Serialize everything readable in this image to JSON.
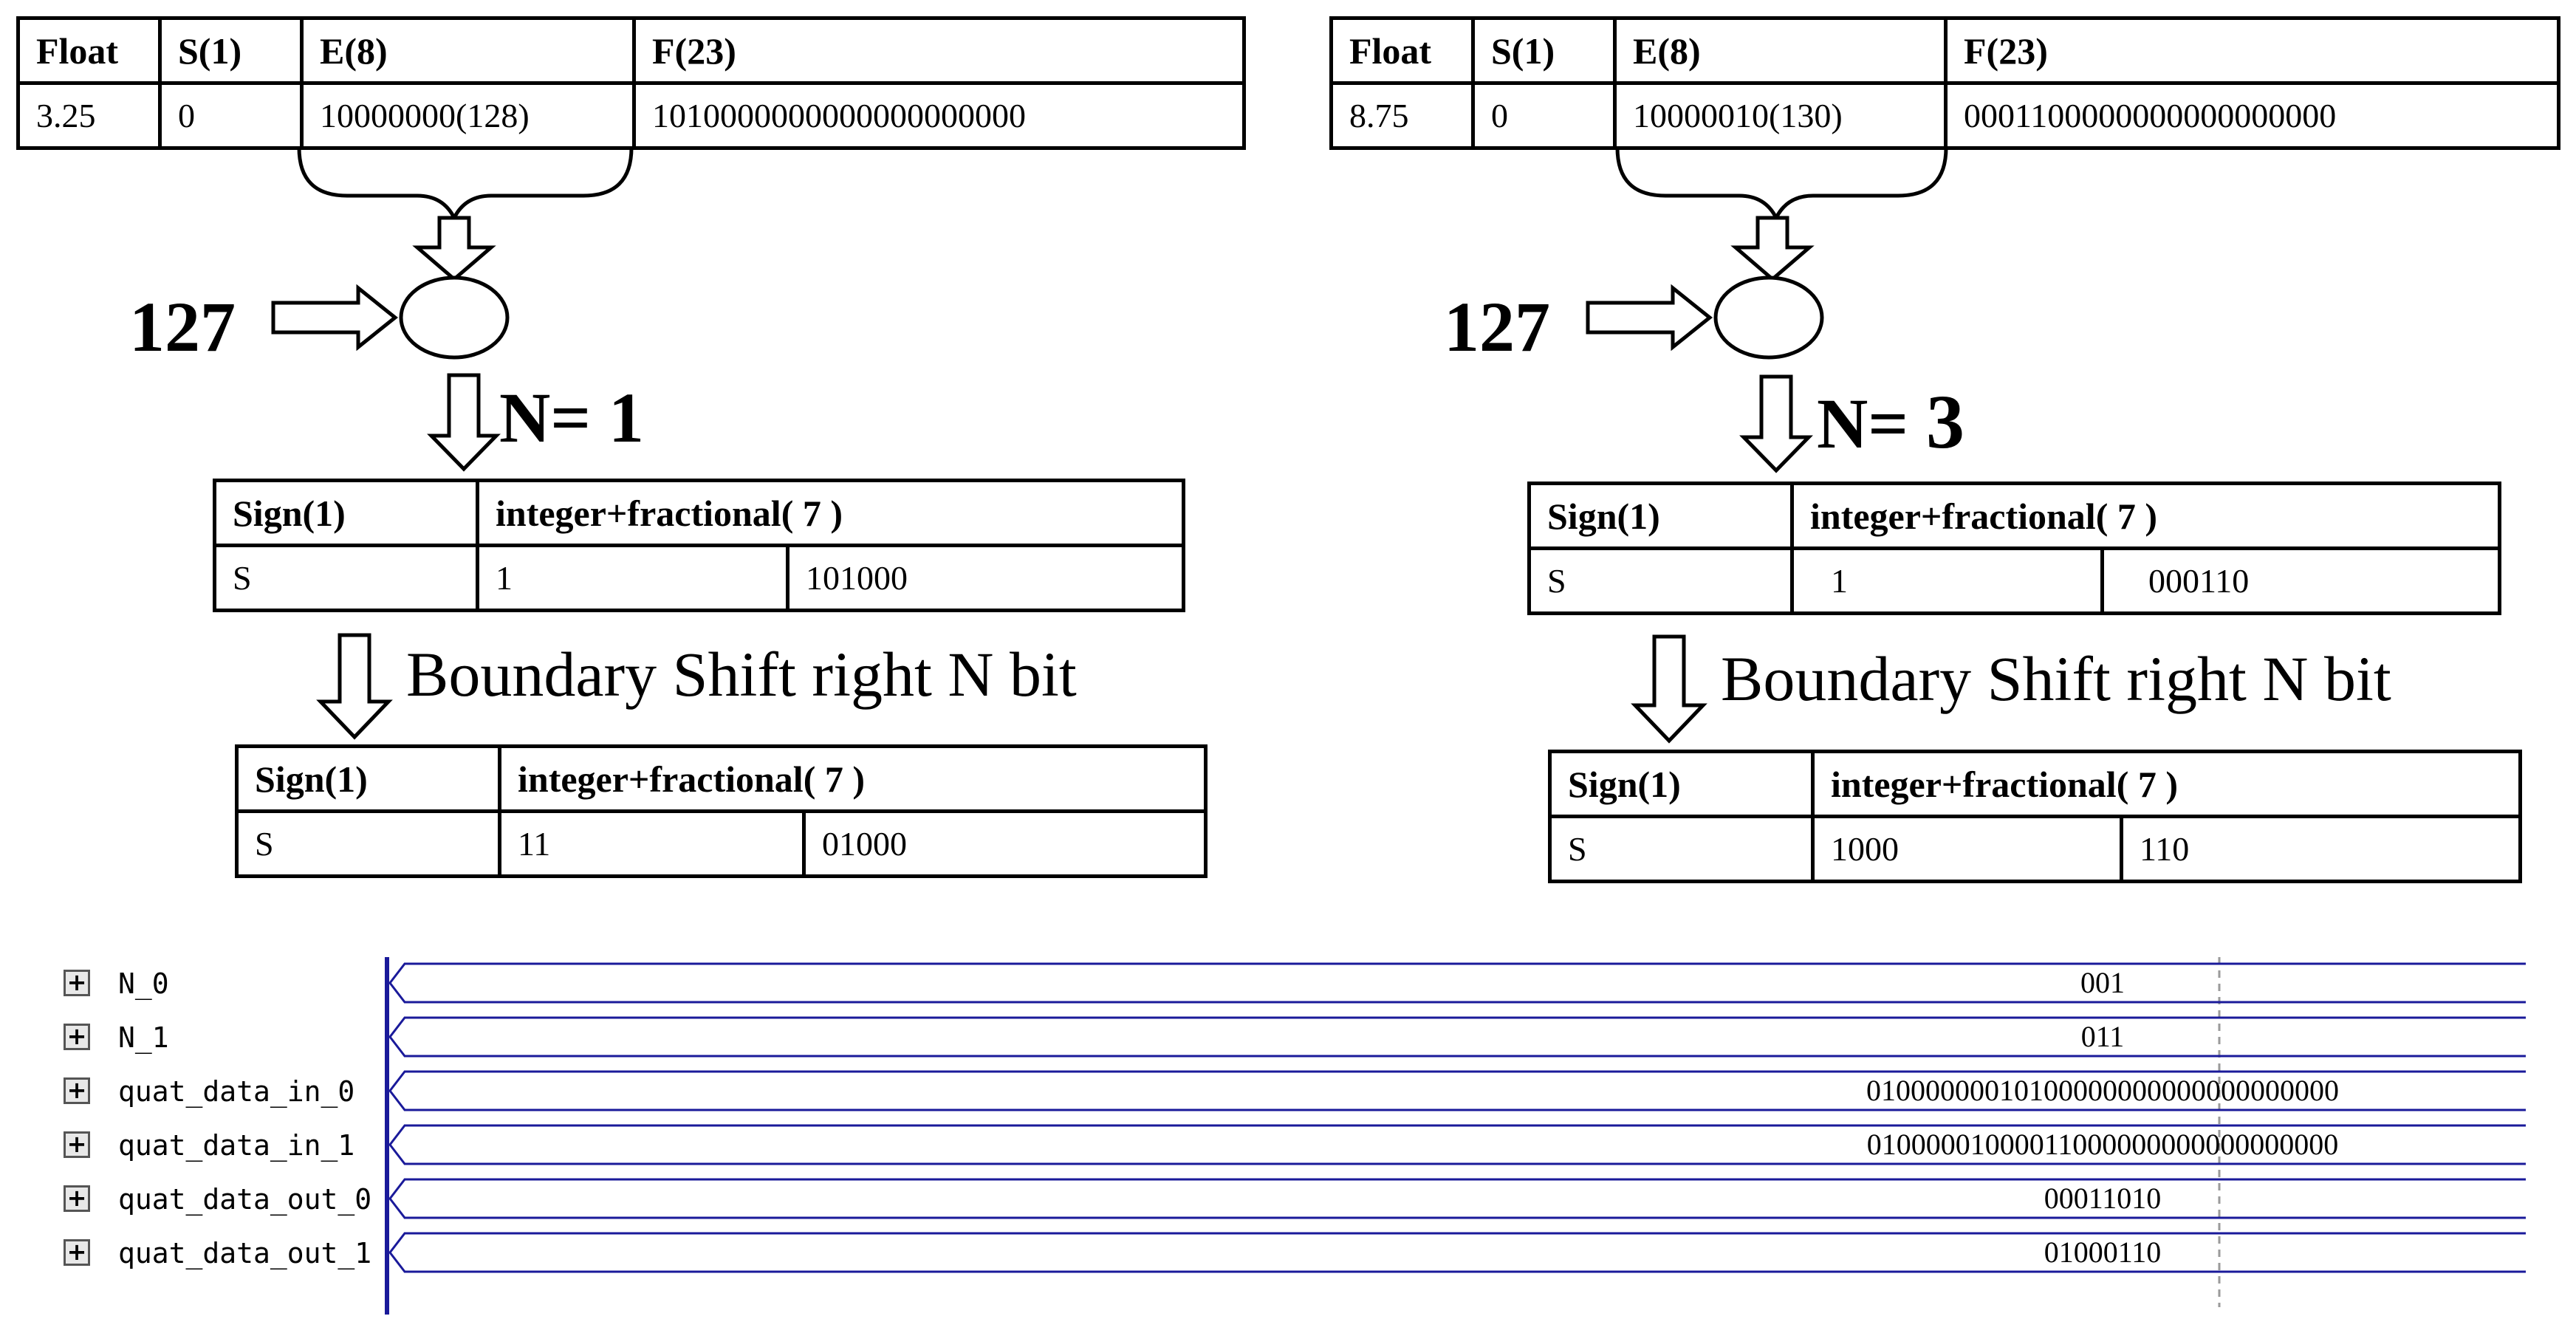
{
  "left": {
    "float_table": {
      "headers": [
        "Float",
        "S(1)",
        "E(8)",
        "F(23)"
      ],
      "values": [
        "3.25",
        "0",
        "10000000(128)",
        "1010000000000000000000"
      ]
    },
    "bias": "127",
    "op": "-",
    "n_label": "N=",
    "n_value": "1",
    "fixed_table": {
      "headers": [
        "Sign(1)",
        "integer+fractional( 7 )"
      ],
      "values": [
        "S",
        "1",
        "101000"
      ]
    },
    "shift_label": "Boundary Shift right N bit",
    "shifted_table": {
      "headers": [
        "Sign(1)",
        "integer+fractional( 7 )"
      ],
      "values": [
        "S",
        "11",
        "01000"
      ]
    }
  },
  "right": {
    "float_table": {
      "headers": [
        "Float",
        "S(1)",
        "E(8)",
        "F(23)"
      ],
      "values": [
        "8.75",
        "0",
        "10000010(130)",
        "0001100000000000000000"
      ]
    },
    "bias": "127",
    "op": "-",
    "n_label": "N=",
    "n_value": "3",
    "fixed_table": {
      "headers": [
        "Sign(1)",
        "integer+fractional( 7 )"
      ],
      "values": [
        "S",
        "1",
        "000110"
      ]
    },
    "shift_label": "Boundary Shift right N bit",
    "shifted_table": {
      "headers": [
        "Sign(1)",
        "integer+fractional( 7 )"
      ],
      "values": [
        "S",
        "1000",
        "110"
      ]
    }
  },
  "waveform": {
    "expand_symbol": "+",
    "signals": [
      {
        "name": "N_0",
        "value": "001"
      },
      {
        "name": "N_1",
        "value": "011"
      },
      {
        "name": "quat_data_in_0",
        "value": "01000000010100000000000000000000"
      },
      {
        "name": "quat_data_in_1",
        "value": "01000001000011000000000000000000"
      },
      {
        "name": "quat_data_out_0",
        "value": "00011010"
      },
      {
        "name": "quat_data_out_1",
        "value": "01000110"
      }
    ],
    "colors": {
      "bus": "#1a1a9a",
      "cursor": "#9a9a9a"
    }
  }
}
